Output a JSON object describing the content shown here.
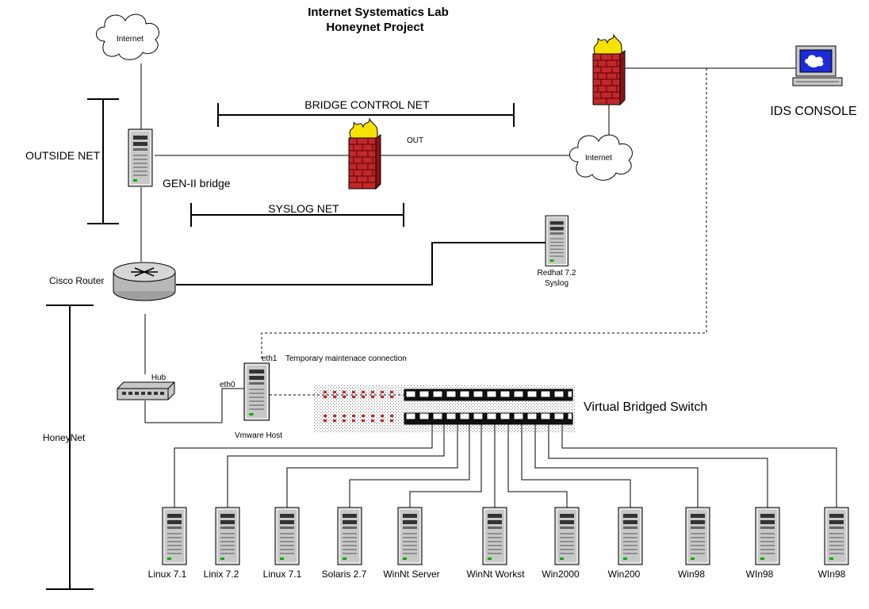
{
  "title": {
    "line1": "Internet Systematics Lab",
    "line2": "Honeynet Project"
  },
  "clouds": {
    "top": "Internet",
    "right": "Internet"
  },
  "labels": {
    "outside_net": "OUTSIDE NET",
    "bridge_control_net": "BRIDGE CONTROL NET",
    "syslog_net": "SYSLOG NET",
    "gen2_bridge": "GEN-II bridge",
    "out": "OUT",
    "ids_console": "IDS CONSOLE",
    "cisco_router": "Cisco Router",
    "redhat_line1": "Redhat 7.2",
    "redhat_line2": "Syslog",
    "honeynet": "HoneyNet",
    "hub": "Hub",
    "eth0": "eth0",
    "eth1": "eth1",
    "temp_conn": "Temporary maintenace connection",
    "vmware_host": "Vmware Host",
    "virtual_switch": "Virtual Bridged Switch"
  },
  "hosts": [
    {
      "name": "Linux 7.1"
    },
    {
      "name": "Linix 7.2"
    },
    {
      "name": "Linux 7.1"
    },
    {
      "name": "Solaris 2.7"
    },
    {
      "name": "WinNt Server"
    },
    {
      "name": "WinNt Workst"
    },
    {
      "name": "Win2000"
    },
    {
      "name": "Win200"
    },
    {
      "name": "Win98"
    },
    {
      "name": "WIn98"
    },
    {
      "name": "WIn98"
    }
  ],
  "colors": {
    "firewall_brick": "#c0282a",
    "firewall_flame": "#f6e200",
    "server_gray": "#c8c8c8",
    "cloud_fill": "#ffffff",
    "monitor_screen": "#1a2bd8"
  },
  "icons": {
    "cloud": "cloud-icon",
    "server": "server-tower-icon",
    "firewall": "firewall-icon",
    "router": "router-icon",
    "hub": "hub-icon",
    "switch": "switch-icon",
    "console": "workstation-icon"
  }
}
